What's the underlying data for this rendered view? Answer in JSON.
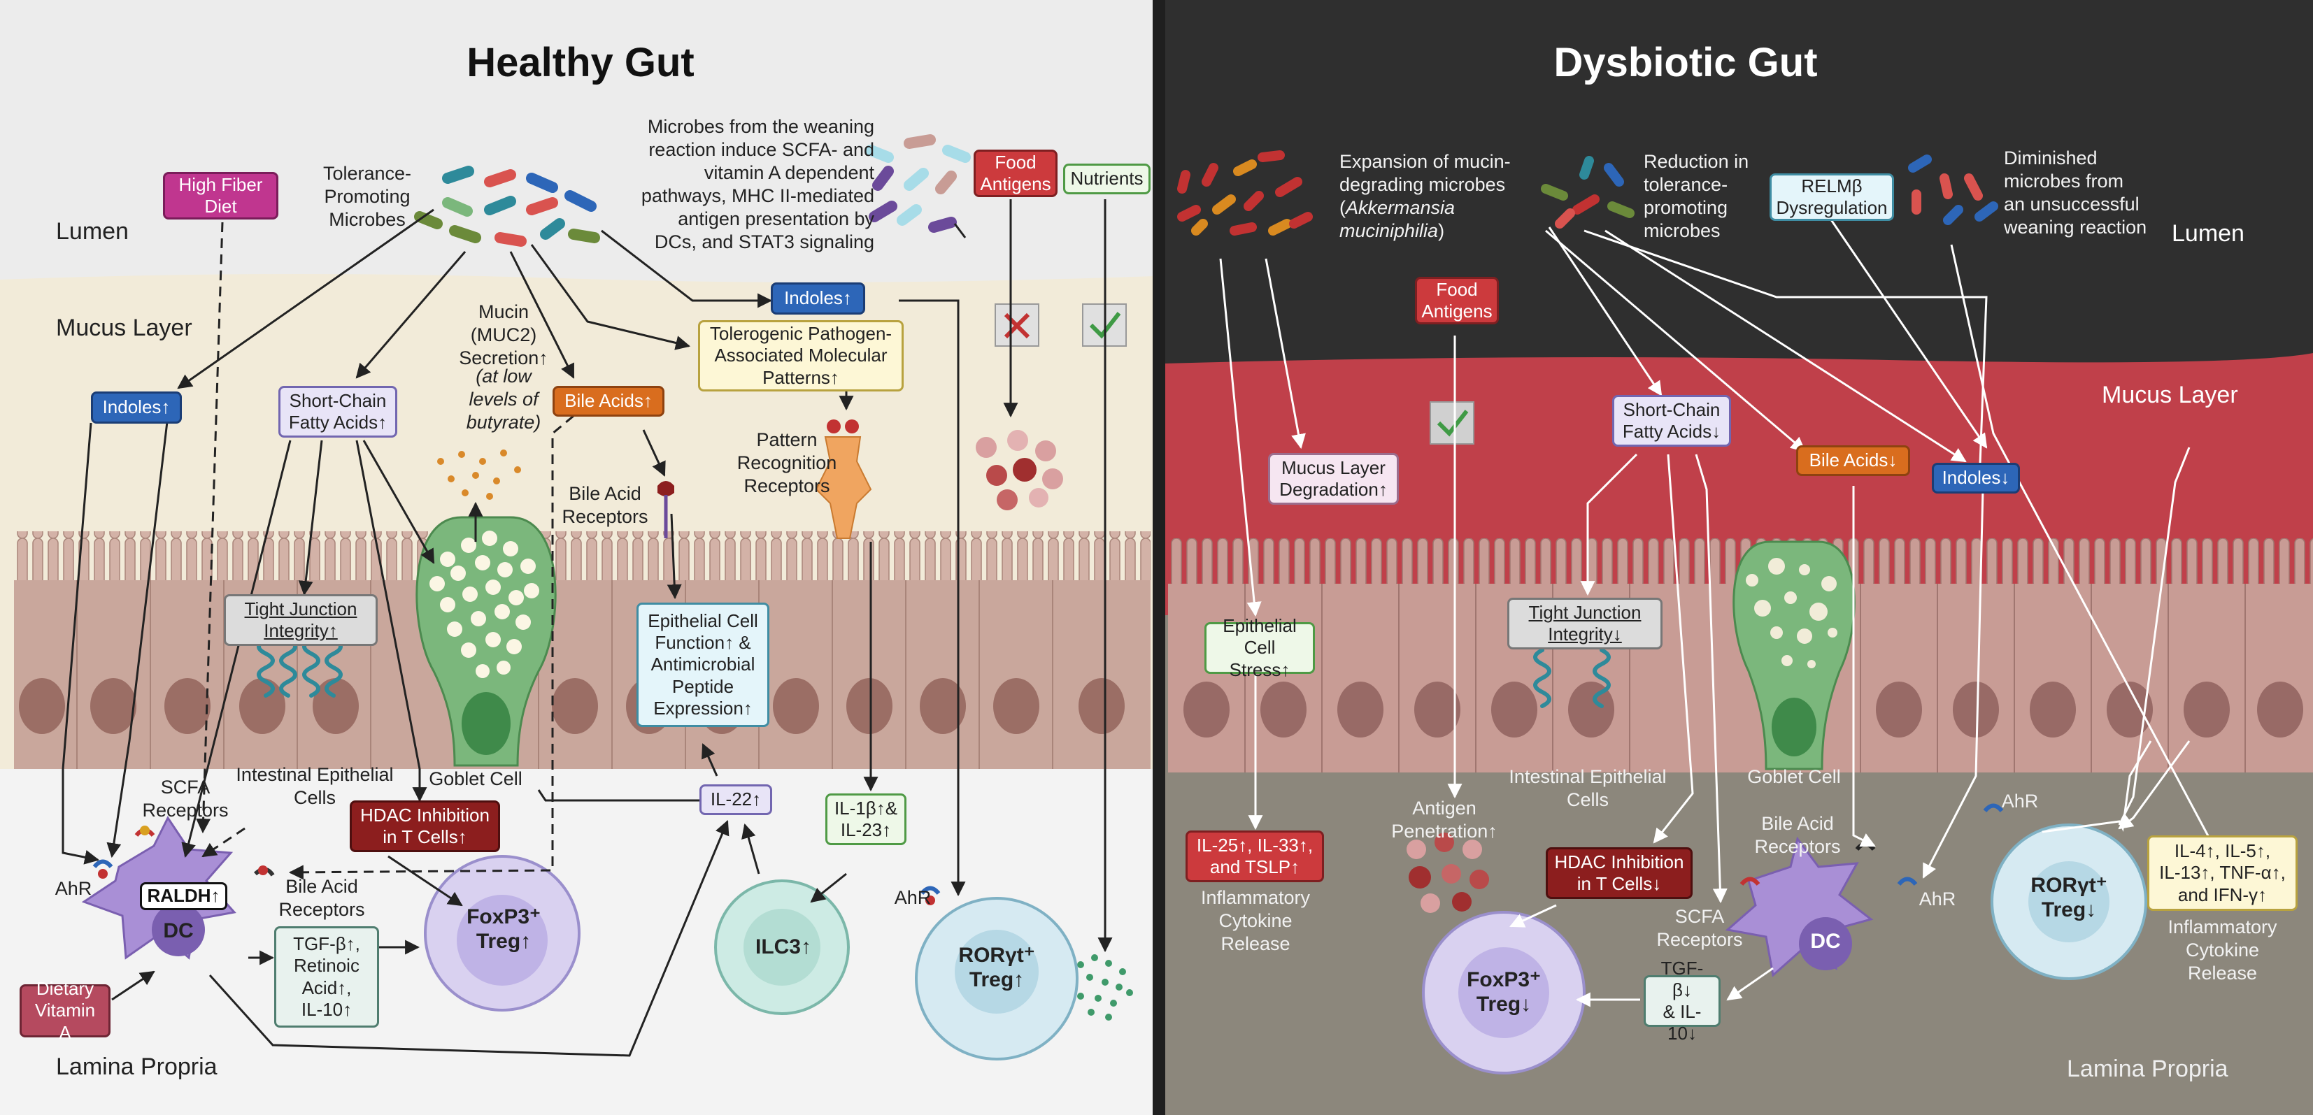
{
  "titles": {
    "healthy": "Healthy Gut",
    "dysbiotic": "Dysbiotic Gut"
  },
  "regions": {
    "lumen_left": "Lumen",
    "mucus_left": "Mucus Layer",
    "lamina_left": "Lamina Propria",
    "lumen_right": "Lumen",
    "mucus_right": "Mucus Layer",
    "lamina_right": "Lamina Propria"
  },
  "healthy": {
    "tolerance_microbes": "Tolerance-\nPromoting\nMicrobes",
    "weaning_text": "Microbes from the weaning\nreaction induce SCFA- and\nvitamin A dependent\npathways, MHC II-mediated\nantigen presentation by\nDCs, and STAT3 signaling",
    "high_fiber": "High Fiber\nDiet",
    "food_antigens": "Food\nAntigens",
    "nutrients": "Nutrients",
    "indoles_top": "Indoles↑",
    "indoles_left": "Indoles↑",
    "scfa": "Short-Chain\nFatty Acids↑",
    "mucin": "Mucin\n(MUC2)\nSecretion↑",
    "mucin_italic": "(at low\nlevels of\nbutyrate)",
    "bile_acids": "Bile Acids↑",
    "pamp": "Tolerogenic Pathogen-\nAssociated Molecular\nPatterns↑",
    "prr": "Pattern\nRecognition\nReceptors",
    "bile_receptors_top": "Bile Acid\nReceptors",
    "tight_junction": "Tight Junction\nIntegrity↑",
    "epithelial_function": "Epithelial Cell\nFunction↑ &\nAntimicrobial\nPeptide\nExpression↑",
    "goblet_cell": "Goblet Cell",
    "iec": "Intestinal Epithelial\nCells",
    "scfa_receptors": "SCFA\nReceptors",
    "il22": "IL-22↑",
    "il1b": "IL-1β↑&\nIL-23↑",
    "hdac": "HDAC Inhibition\nin T Cells↑",
    "ahr_dc": "AhR",
    "raldh": "RALDH↑",
    "bile_receptors_dc": "Bile Acid\nReceptors",
    "dc": "DC",
    "tgf": "TGF-β↑,\nRetinoic\nAcid↑,\nIL-10↑",
    "foxp3": "FoxP3⁺\nTreg↑",
    "ilc3": "ILC3↑",
    "ahr_ror": "AhR",
    "ror": "RORγt⁺\nTreg↑",
    "dietary_vitamin": "Dietary\nVitamin A"
  },
  "dysbiotic": {
    "mucin_degraders": "Expansion of mucin-\ndegrading microbes\n(",
    "akkermansia": "Akkermansia\nmuciniphilia",
    "paren_close": ")",
    "reduction": "Reduction in\ntolerance-\npromoting\nmicrobes",
    "relmb": "RELMβ\nDysregulation",
    "diminished": "Diminished\nmicrobes from\nan unsuccessful\nweaning reaction",
    "food_antigens": "Food\nAntigens",
    "scfa": "Short-Chain\nFatty Acids↓",
    "bile_acids": "Bile Acids↓",
    "indoles": "Indoles↓",
    "mucus_degradation": "Mucus Layer\nDegradation↑",
    "epithelial_stress": "Epithelial\nCell Stress↑",
    "tight_junction": "Tight Junction\nIntegrity↓",
    "iec": "Intestinal Epithelial\nCells",
    "goblet_cell": "Goblet Cell",
    "il25": "IL-25↑, IL-33↑,\nand TSLP↑",
    "inflam_release_left": "Inflammatory\nCytokine\nRelease",
    "antigen_penetration": "Antigen\nPenetration↑",
    "hdac": "HDAC Inhibition\nin T Cells↓",
    "bile_receptors": "Bile Acid\nReceptors",
    "scfa_receptors": "SCFA\nReceptors",
    "ahr_dc": "AhR",
    "dc": "DC",
    "tgf": "TGF-β↓\n& IL-10↓",
    "foxp3": "FoxP3⁺\nTreg↓",
    "ahr_ror": "AhR",
    "ror": "RORγt⁺\nTreg↓",
    "il4": "IL-4↑, IL-5↑,\nIL-13↑, TNF-α↑,\nand IFN-γ↑",
    "inflam_release_right": "Inflammatory\nCytokine\nRelease"
  },
  "colors": {
    "healthy_bg": "#ededed",
    "mucus_healthy": "#f2ebd9",
    "dysbiotic_bg": "#2f2f2f",
    "mucus_dysbiotic": "#c0404a",
    "lamina_dysbiotic": "#8c877c",
    "epithelium": "#c9a79c",
    "nucleus": "#9b6e65",
    "goblet": "#7bb77c",
    "dc": "#a98fd6",
    "treg": "#d9d1f0",
    "ror_treg": "#d6eaf2",
    "ilc3": "#cdebe4"
  }
}
